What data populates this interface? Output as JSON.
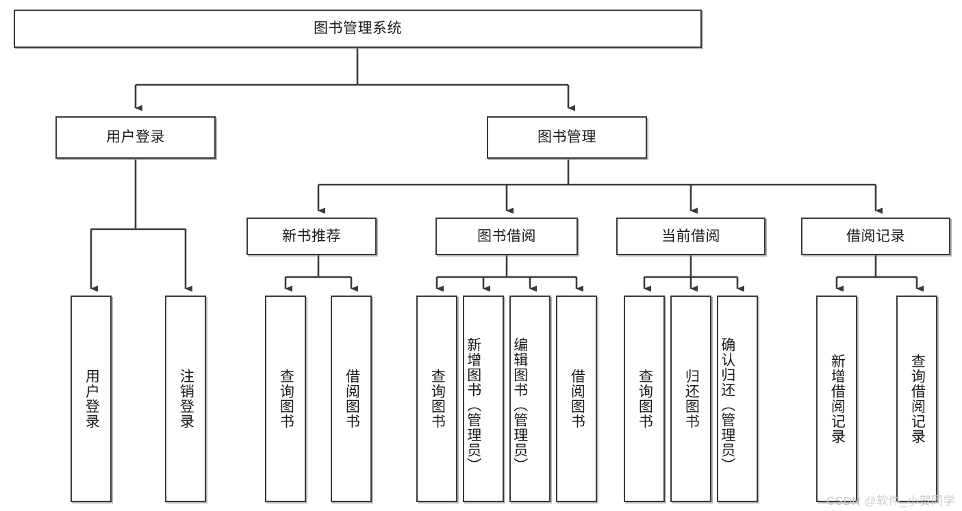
{
  "diagram": {
    "type": "tree",
    "title": "图书管理系统",
    "root": {
      "id": "root",
      "label": "图书管理系统",
      "orientation": "horizontal"
    },
    "level2": [
      {
        "id": "user-login",
        "label": "用户登录",
        "orientation": "horizontal"
      },
      {
        "id": "book-management",
        "label": "图书管理",
        "orientation": "horizontal"
      }
    ],
    "level3": [
      {
        "id": "new-book-recommend",
        "label": "新书推荐",
        "orientation": "horizontal",
        "parent": "book-management"
      },
      {
        "id": "book-borrow",
        "label": "图书借阅",
        "orientation": "horizontal",
        "parent": "book-management"
      },
      {
        "id": "current-borrow",
        "label": "当前借阅",
        "orientation": "horizontal",
        "parent": "book-management"
      },
      {
        "id": "borrow-record",
        "label": "借阅记录",
        "orientation": "horizontal",
        "parent": "book-management"
      }
    ],
    "leaves": [
      {
        "id": "leaf-user-login",
        "label": "用户登录",
        "orientation": "vertical",
        "parent": "user-login"
      },
      {
        "id": "leaf-logout-login",
        "label": "注销登录",
        "orientation": "vertical",
        "parent": "user-login"
      },
      {
        "id": "leaf-query-book-1",
        "label": "查询图书",
        "orientation": "vertical",
        "parent": "new-book-recommend"
      },
      {
        "id": "leaf-borrow-book-1",
        "label": "借阅图书",
        "orientation": "vertical",
        "parent": "new-book-recommend"
      },
      {
        "id": "leaf-query-book-2",
        "label": "查询图书",
        "orientation": "vertical",
        "parent": "book-borrow"
      },
      {
        "id": "leaf-add-book",
        "label": "新增图书（管理员）",
        "orientation": "vertical",
        "parent": "book-borrow"
      },
      {
        "id": "leaf-edit-book",
        "label": "编辑图书（管理员）",
        "orientation": "vertical",
        "parent": "book-borrow"
      },
      {
        "id": "leaf-borrow-book-2",
        "label": "借阅图书",
        "orientation": "vertical",
        "parent": "book-borrow"
      },
      {
        "id": "leaf-query-book-3",
        "label": "查询图书",
        "orientation": "vertical",
        "parent": "current-borrow"
      },
      {
        "id": "leaf-return-book",
        "label": "归还图书",
        "orientation": "vertical",
        "parent": "current-borrow"
      },
      {
        "id": "leaf-confirm-return",
        "label": "确认归还（管理员）",
        "orientation": "vertical",
        "parent": "current-borrow"
      },
      {
        "id": "leaf-add-record",
        "label": "新增借阅记录",
        "orientation": "vertical",
        "parent": "borrow-record"
      },
      {
        "id": "leaf-query-record",
        "label": "查询借阅记录",
        "orientation": "vertical",
        "parent": "borrow-record"
      }
    ],
    "colors": {
      "stroke": "#3a3a3a",
      "box_fill": "#ffffff",
      "text": "#1a1a1a",
      "background": "#ffffff",
      "watermark": "#c9c9c9"
    }
  },
  "watermark": {
    "text": "CSDN @软件_小贺同学"
  }
}
